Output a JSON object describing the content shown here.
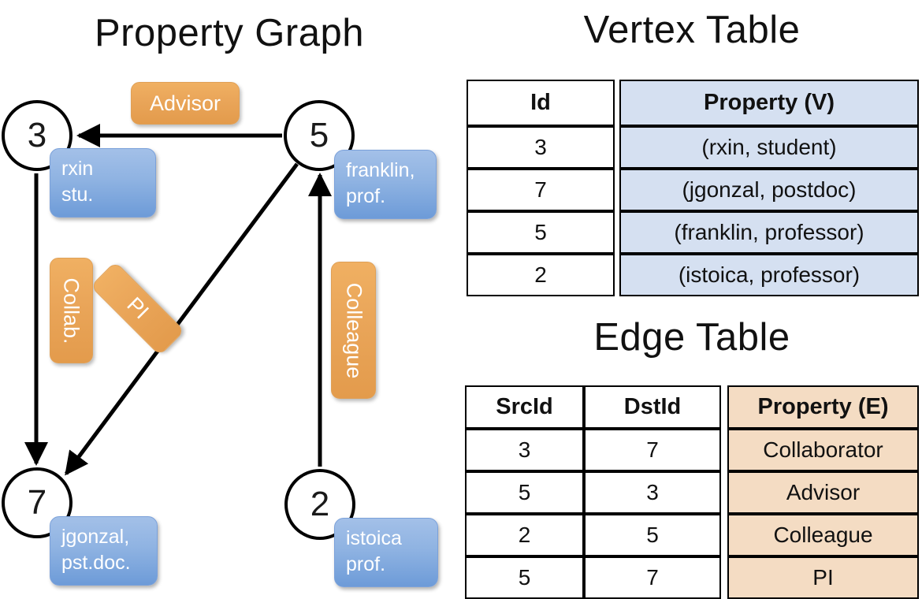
{
  "titles": {
    "property_graph": "Property Graph",
    "vertex_table": "Vertex Table",
    "edge_table": "Edge Table"
  },
  "colors": {
    "node_fill": "#ffffff",
    "node_stroke": "#000000",
    "vertex_property_fill": "#d5e0f1",
    "edge_property_fill": "#f4dcc3",
    "blue_box": "#8fb3e2",
    "orange_box": "#eaa65a",
    "text": "#111111"
  },
  "graph": {
    "nodes": [
      {
        "id": "3",
        "property": "rxin\nstu.",
        "property_line1": "rxin",
        "property_line2": "stu."
      },
      {
        "id": "5",
        "property": "franklin,\nprof.",
        "property_line1": "franklin,",
        "property_line2": "prof."
      },
      {
        "id": "7",
        "property": "jgonzal,\npst.doc.",
        "property_line1": "jgonzal,",
        "property_line2": "pst.doc."
      },
      {
        "id": "2",
        "property": "istoica\nprof.",
        "property_line1": "istoica",
        "property_line2": "prof."
      }
    ],
    "edge_labels": [
      {
        "name": "advisor",
        "text": "Advisor",
        "from": "5",
        "to": "3"
      },
      {
        "name": "collab",
        "text": "Collab.",
        "from": "3",
        "to": "7"
      },
      {
        "name": "pi",
        "text": "PI",
        "from": "5",
        "to": "7"
      },
      {
        "name": "colleague",
        "text": "Colleague",
        "from": "2",
        "to": "5"
      }
    ]
  },
  "vertex_table": {
    "headers": [
      "Id",
      "Property (V)"
    ],
    "rows": [
      {
        "id": "3",
        "property": "(rxin, student)"
      },
      {
        "id": "7",
        "property": "(jgonzal, postdoc)"
      },
      {
        "id": "5",
        "property": "(franklin, professor)"
      },
      {
        "id": "2",
        "property": "(istoica, professor)"
      }
    ]
  },
  "edge_table": {
    "headers": [
      "SrcId",
      "DstId",
      "Property (E)"
    ],
    "rows": [
      {
        "src": "3",
        "dst": "7",
        "property": "Collaborator"
      },
      {
        "src": "5",
        "dst": "3",
        "property": "Advisor"
      },
      {
        "src": "2",
        "dst": "5",
        "property": "Colleague"
      },
      {
        "src": "5",
        "dst": "7",
        "property": "PI"
      }
    ]
  }
}
